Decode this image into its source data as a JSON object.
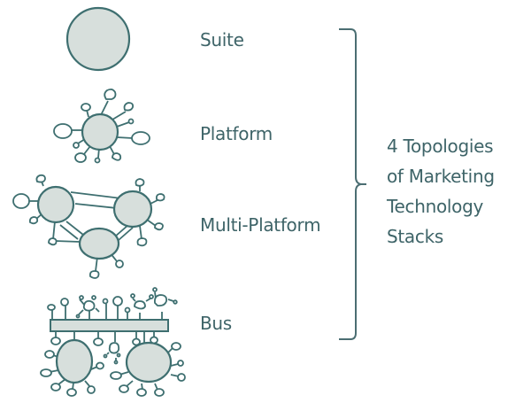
{
  "diagram": {
    "title": "4 Topologies of Marketing Technology Stacks",
    "title_lines": [
      "4 Topologies",
      "of Marketing",
      "Technology",
      "Stacks"
    ],
    "topologies": [
      {
        "id": "suite",
        "label": "Suite",
        "icon": "single-circle-icon"
      },
      {
        "id": "platform",
        "label": "Platform",
        "icon": "hub-with-spokes-icon"
      },
      {
        "id": "multi-platform",
        "label": "Multi-Platform",
        "icon": "connected-hubs-icon"
      },
      {
        "id": "bus",
        "label": "Bus",
        "icon": "bus-with-nodes-icon"
      }
    ],
    "colors": {
      "text": "#3e6468",
      "stroke": "#3e6f70",
      "fill": "#d7dfdc",
      "background": "#ffffff"
    }
  }
}
